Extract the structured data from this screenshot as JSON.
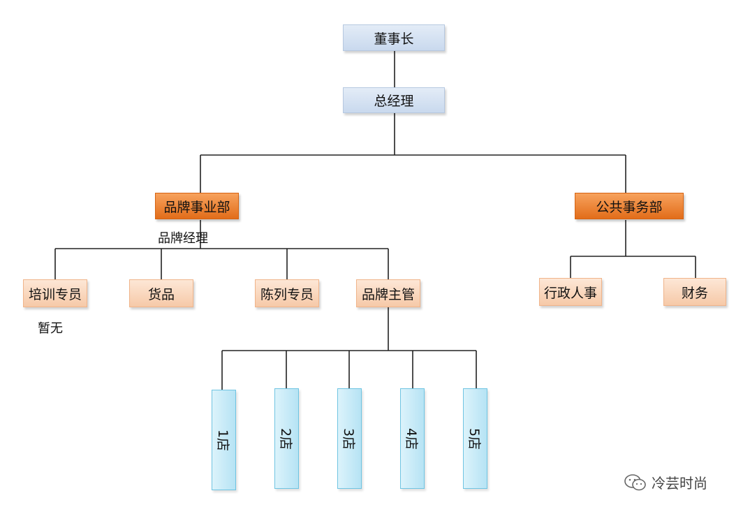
{
  "chairman": "董事长",
  "general_manager": "总经理",
  "brand_division": "品牌事业部",
  "brand_division_note": "品牌经理",
  "public_affairs": "公共事务部",
  "brand_staff": [
    {
      "key": "training",
      "label": "培训专员"
    },
    {
      "key": "goods",
      "label": "货品"
    },
    {
      "key": "display",
      "label": "陈列专员"
    },
    {
      "key": "brand-supervisor",
      "label": "品牌主管"
    }
  ],
  "training_note": "暂无",
  "public_staff": [
    {
      "key": "admin-hr",
      "label": "行政人事"
    },
    {
      "key": "finance",
      "label": "财务"
    }
  ],
  "stores": [
    "1店",
    "2店",
    "3店",
    "4店",
    "5店"
  ],
  "watermark": "冷芸时尚",
  "colors": {
    "top_box": "#c9d9ee",
    "division_box": "#e26d1a",
    "staff_box": "#f6c9a8",
    "store_box": "#b6e3f4",
    "connector": "#222222"
  }
}
